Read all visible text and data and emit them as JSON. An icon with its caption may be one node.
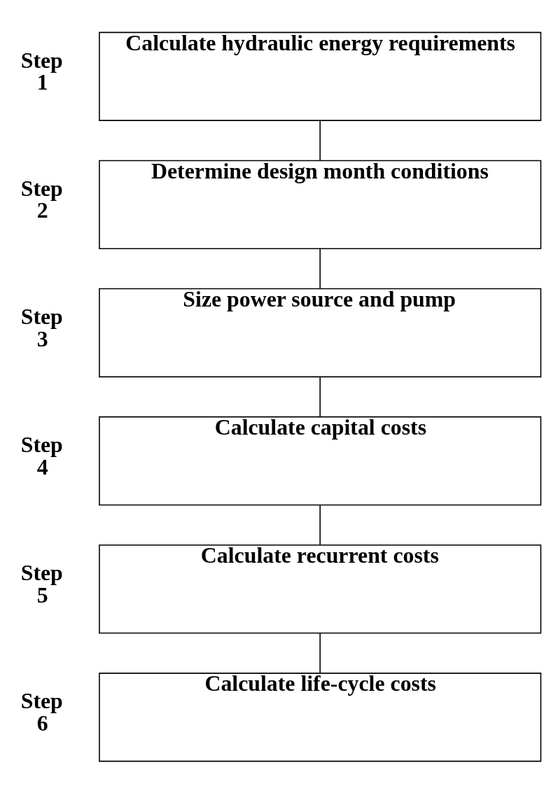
{
  "diagram": {
    "nodes": [
      {
        "text": [
          "Calculate hydraulic energy requirements"
        ],
        "beside": [
          "Step 1"
        ]
      },
      {
        "text": [
          "Determine design month conditions"
        ],
        "beside": [
          "Step 2"
        ]
      },
      {
        "text": [
          "Size power source and pump"
        ],
        "beside": [
          "Step 3"
        ]
      },
      {
        "text": [
          "Calculate capital costs"
        ],
        "beside": [
          "Step 4"
        ]
      },
      {
        "text": [
          "Calculate recurrent costs"
        ],
        "beside": [
          "Step 5"
        ]
      },
      {
        "text": [
          "Calculate life-cycle costs"
        ],
        "beside": [
          "Step 6"
        ]
      }
    ],
    "edges": [
      {
        "from": 0,
        "to": 1,
        "arrow": "none"
      },
      {
        "from": 1,
        "to": 2,
        "arrow": "none"
      },
      {
        "from": 2,
        "to": 3,
        "arrow": "none"
      },
      {
        "from": 3,
        "to": 4,
        "arrow": "none"
      },
      {
        "from": 4,
        "to": 5,
        "arrow": "none"
      }
    ]
  }
}
